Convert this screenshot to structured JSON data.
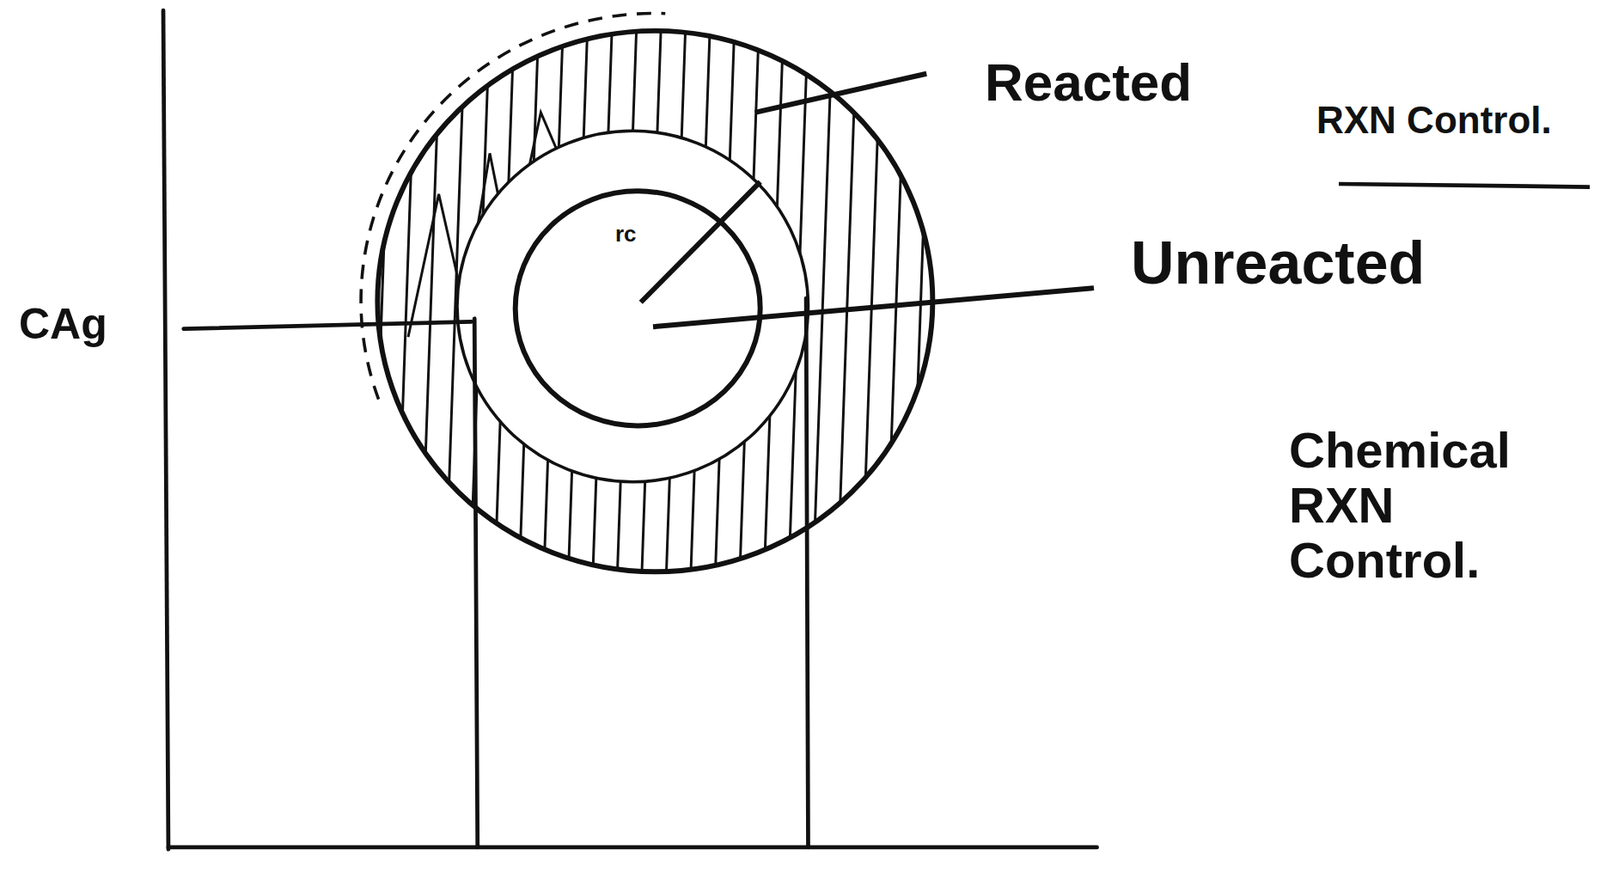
{
  "diagram": {
    "labels": [
      "Reacted",
      "RXN Control.",
      "Unreacted",
      "Chemical RXN Control.",
      "CAg",
      "rc"
    ]
  }
}
